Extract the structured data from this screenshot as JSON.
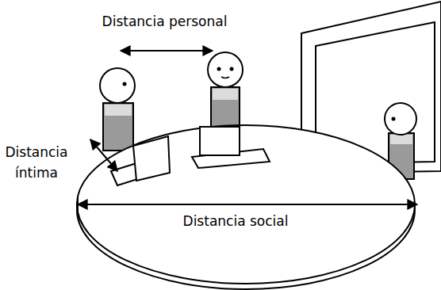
{
  "diagram": {
    "labels": [
      "Distancia personal",
      "Distancia íntima",
      "Distancia social"
    ]
  }
}
